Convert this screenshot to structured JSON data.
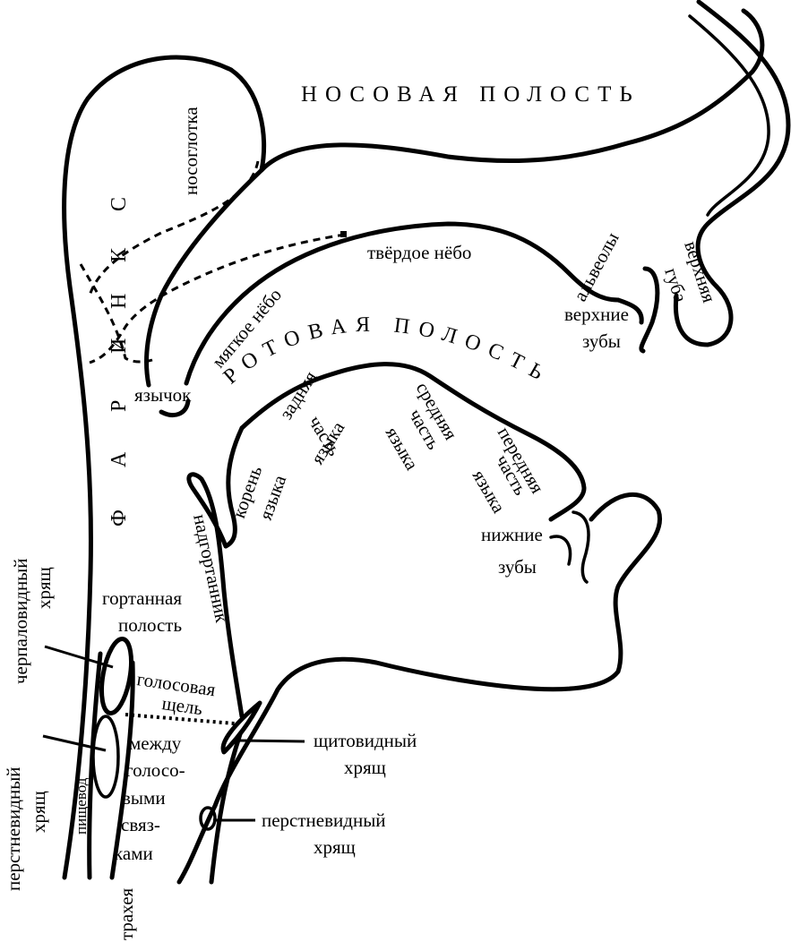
{
  "labels": {
    "nasal_cavity": "НОСОВАЯ ПОЛОСТЬ",
    "nasopharynx": "носоглотка",
    "pharynx_letters": [
      "Ф",
      "А",
      "Р",
      "И",
      "Н",
      "К",
      "С"
    ],
    "hard_palate": "твёрдое нёбо",
    "alveoli": "альвеолы",
    "upper_lip": [
      "верхняя",
      "губа"
    ],
    "upper_teeth": [
      "верхние",
      "зубы"
    ],
    "soft_palate": "мягкое нёбо",
    "oral_cavity": "РОТОВАЯ ПОЛОСТЬ",
    "uvula": "язычок",
    "back_tongue": [
      "задняя",
      "часть",
      "языка"
    ],
    "middle_tongue": [
      "средняя",
      "часть",
      "языка"
    ],
    "front_tongue": [
      "передняя",
      "часть",
      "языка"
    ],
    "root_tongue": [
      "корень",
      "языка"
    ],
    "lower_teeth": [
      "нижние",
      "зубы"
    ],
    "epiglottis": "надгортанник",
    "arytenoid": [
      "черпаловидный",
      "хрящ"
    ],
    "laryngeal_cavity": [
      "гортанная",
      "полость"
    ],
    "glottis": [
      "голосовая",
      "щель"
    ],
    "cricoid_left": [
      "перстневидный",
      "хрящ"
    ],
    "between_folds": [
      "между",
      "голосо-",
      "выми",
      "связ-",
      "ками"
    ],
    "esophagus": "пищевод",
    "thyroid": [
      "щитовидный",
      "хрящ"
    ],
    "cricoid_right": [
      "перстневидный",
      "хрящ"
    ],
    "trachea": "трахея"
  }
}
